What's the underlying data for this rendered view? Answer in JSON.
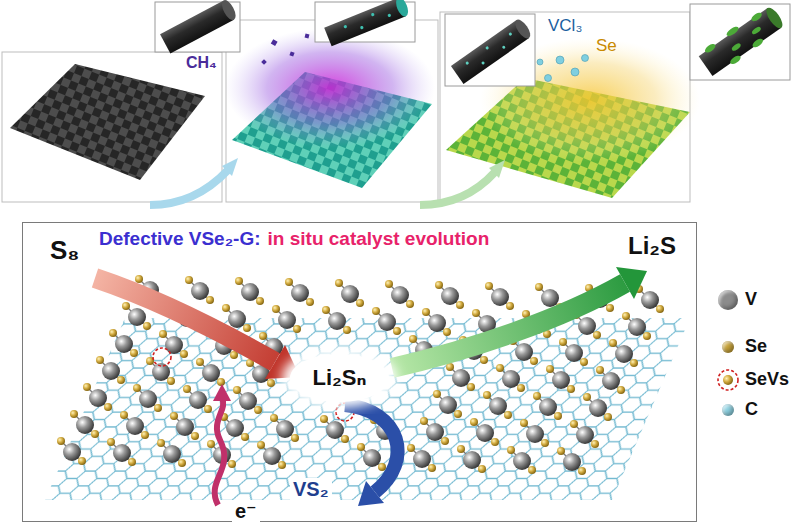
{
  "diagram": {
    "nodes": [
      {
        "text": [
          "Defective VSe₂-G:",
          "in situ catalyst evolution"
        ]
      },
      {
        "text": [
          "Li₂Sₙ"
        ],
        "in": 0
      }
    ],
    "labels": [
      "CH₄",
      "VCl₃",
      "Se",
      "S₈",
      "Li₂S",
      "VS₂",
      "e⁻"
    ],
    "legend": [
      {
        "text": "V",
        "color": "#8c8c8c"
      },
      {
        "text": "Se",
        "color": "#c9a43a"
      },
      {
        "text": "SeVs"
      },
      {
        "text": "C",
        "color": "#8fd3e3"
      }
    ]
  }
}
